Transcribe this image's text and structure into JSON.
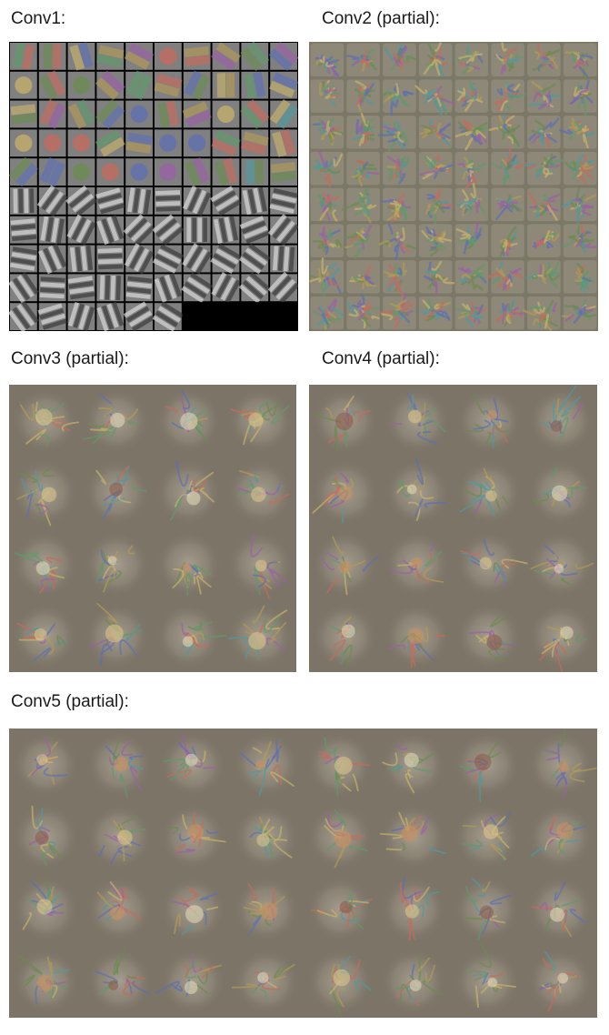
{
  "panels": [
    {
      "id": "conv1",
      "label": "Conv1:",
      "rows": 10,
      "cols": 10,
      "filled": 96,
      "style": "filters"
    },
    {
      "id": "conv2",
      "label": "Conv2 (partial):",
      "rows": 8,
      "cols": 8,
      "style": "textured"
    },
    {
      "id": "conv3",
      "label": "Conv3 (partial):",
      "rows": 4,
      "cols": 4,
      "style": "blob"
    },
    {
      "id": "conv4",
      "label": "Conv4 (partial):",
      "rows": 4,
      "cols": 4,
      "style": "blob"
    },
    {
      "id": "conv5",
      "label": "Conv5 (partial):",
      "rows": 4,
      "cols": 8,
      "style": "blob"
    }
  ],
  "colors": {
    "grid_line": "#000000",
    "filter_gray": "#808080",
    "blob_background": "#7b7467",
    "textured_background": "#7c7868",
    "palette": [
      "#c76a5c",
      "#5f9a6b",
      "#5c6fb3",
      "#b29a54",
      "#9b5fa8",
      "#4f9aa0",
      "#c9b26a",
      "#6a8c4e"
    ]
  }
}
